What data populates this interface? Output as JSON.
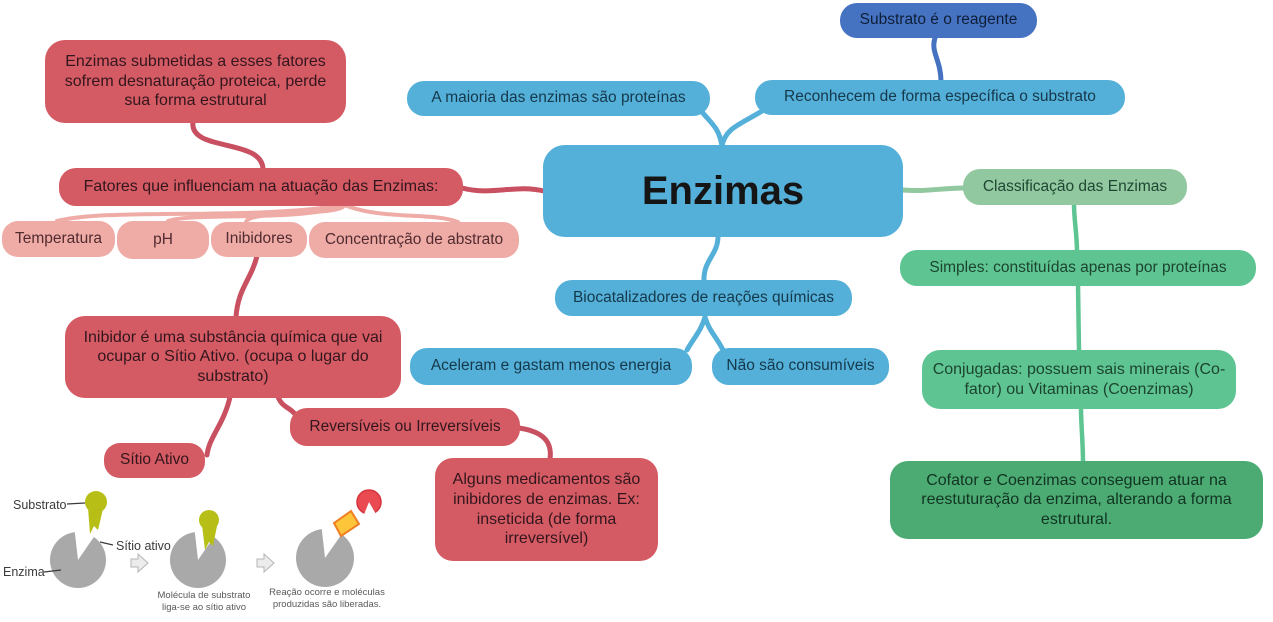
{
  "title": "Enzimas",
  "colors": {
    "blue": "#54b0d9",
    "dark_blue": "#4673c1",
    "red": "#d45b64",
    "red_connector": "#c85061",
    "pink": "#efaca6",
    "green_light": "#92c8a0",
    "green_mid": "#5ec592",
    "green_dark": "#4cab72",
    "substrate_yellow": "#b7bf17",
    "enzyme_gray": "#a9a9a9",
    "product_orange": "#fdc53a",
    "product_red": "#ea4a52"
  },
  "nodes": {
    "main": {
      "label": "Enzimas"
    },
    "substrato_reagente": {
      "label": "Substrato é o reagente"
    },
    "reconhecem": {
      "label": "Reconhecem de forma específica o substrato"
    },
    "maioria": {
      "label": "A maioria das enzimas são proteínas"
    },
    "classificacao": {
      "label": "Classificação das Enzimas"
    },
    "simples": {
      "label": "Simples: constituídas apenas por proteínas"
    },
    "conjugadas": {
      "label": "Conjugadas: possuem sais minerais (Co-fator) ou Vitaminas (Coenzimas)"
    },
    "cofator": {
      "label": "Cofator e Coenzimas conseguem atuar na reestuturação da enzima, alterando a forma estrutural."
    },
    "biocatalizadores": {
      "label": "Biocatalizadores de reações químicas"
    },
    "aceleram": {
      "label": "Aceleram e gastam menos energia"
    },
    "nao_consumiveis": {
      "label": "Não são consumíveis"
    },
    "submetidas": {
      "label": "Enzimas submetidas a esses fatores sofrem desnaturação proteica, perde sua forma estrutural"
    },
    "fatores": {
      "label": "Fatores que influenciam na atuação das Enzimas:"
    },
    "temperatura": {
      "label": "Temperatura"
    },
    "ph": {
      "label": "pH"
    },
    "inibidores": {
      "label": "Inibidores"
    },
    "concentracao": {
      "label": "Concentração de abstrato"
    },
    "inibidor_def": {
      "label": "Inibidor é uma substância química que vai ocupar o Sítio Ativo. (ocupa o lugar do substrato)"
    },
    "reversiveis": {
      "label": "Reversíveis ou Irreversíveis"
    },
    "sitio_ativo": {
      "label": "Sítio Ativo"
    },
    "medicamentos": {
      "label": "Alguns medicamentos são inibidores de enzimas. Ex: inseticida (de forma irreversível)"
    }
  },
  "diagram": {
    "substrato_label": "Substrato",
    "sitio_ativo_label": "Sítio ativo",
    "enzima_label": "Enzima",
    "caption1": [
      "Molécula de substrato",
      "liga-se ao sítio ativo"
    ],
    "caption2": [
      "Reação ocorre e moléculas",
      "produzidas são liberadas."
    ]
  }
}
